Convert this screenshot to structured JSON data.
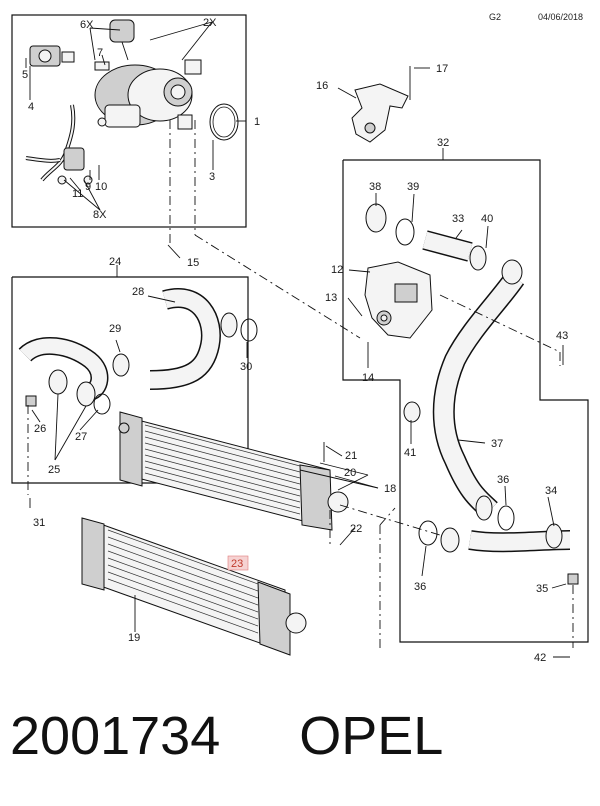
{
  "header": {
    "code": "G2",
    "date": "04/06/2018"
  },
  "footer": {
    "part_number": "2001734",
    "brand": "OPEL"
  },
  "highlighted_callout": "23",
  "colors": {
    "highlight_fill": "#f6d2d2",
    "highlight_text": "#c0392b",
    "line": "#111111"
  },
  "callouts": {
    "c1": "1",
    "c2x": "2X",
    "c3": "3",
    "c4": "4",
    "c5": "5",
    "c6x": "6X",
    "c7": "7",
    "c8x": "8X",
    "c9": "9",
    "c10": "10",
    "c11": "11",
    "c12": "12",
    "c13": "13",
    "c14": "14",
    "c15": "15",
    "c16": "16",
    "c17": "17",
    "c18": "18",
    "c19": "19",
    "c20": "20",
    "c21": "21",
    "c22": "22",
    "c23": "23",
    "c24": "24",
    "c25": "25",
    "c26": "26",
    "c27": "27",
    "c28": "28",
    "c29": "29",
    "c30": "30",
    "c31": "31",
    "c32": "32",
    "c33": "33",
    "c34": "34",
    "c35": "35",
    "c36a": "36",
    "c36b": "36",
    "c37": "37",
    "c38": "38",
    "c39": "39",
    "c40": "40",
    "c41": "41",
    "c42": "42",
    "c43": "43"
  }
}
